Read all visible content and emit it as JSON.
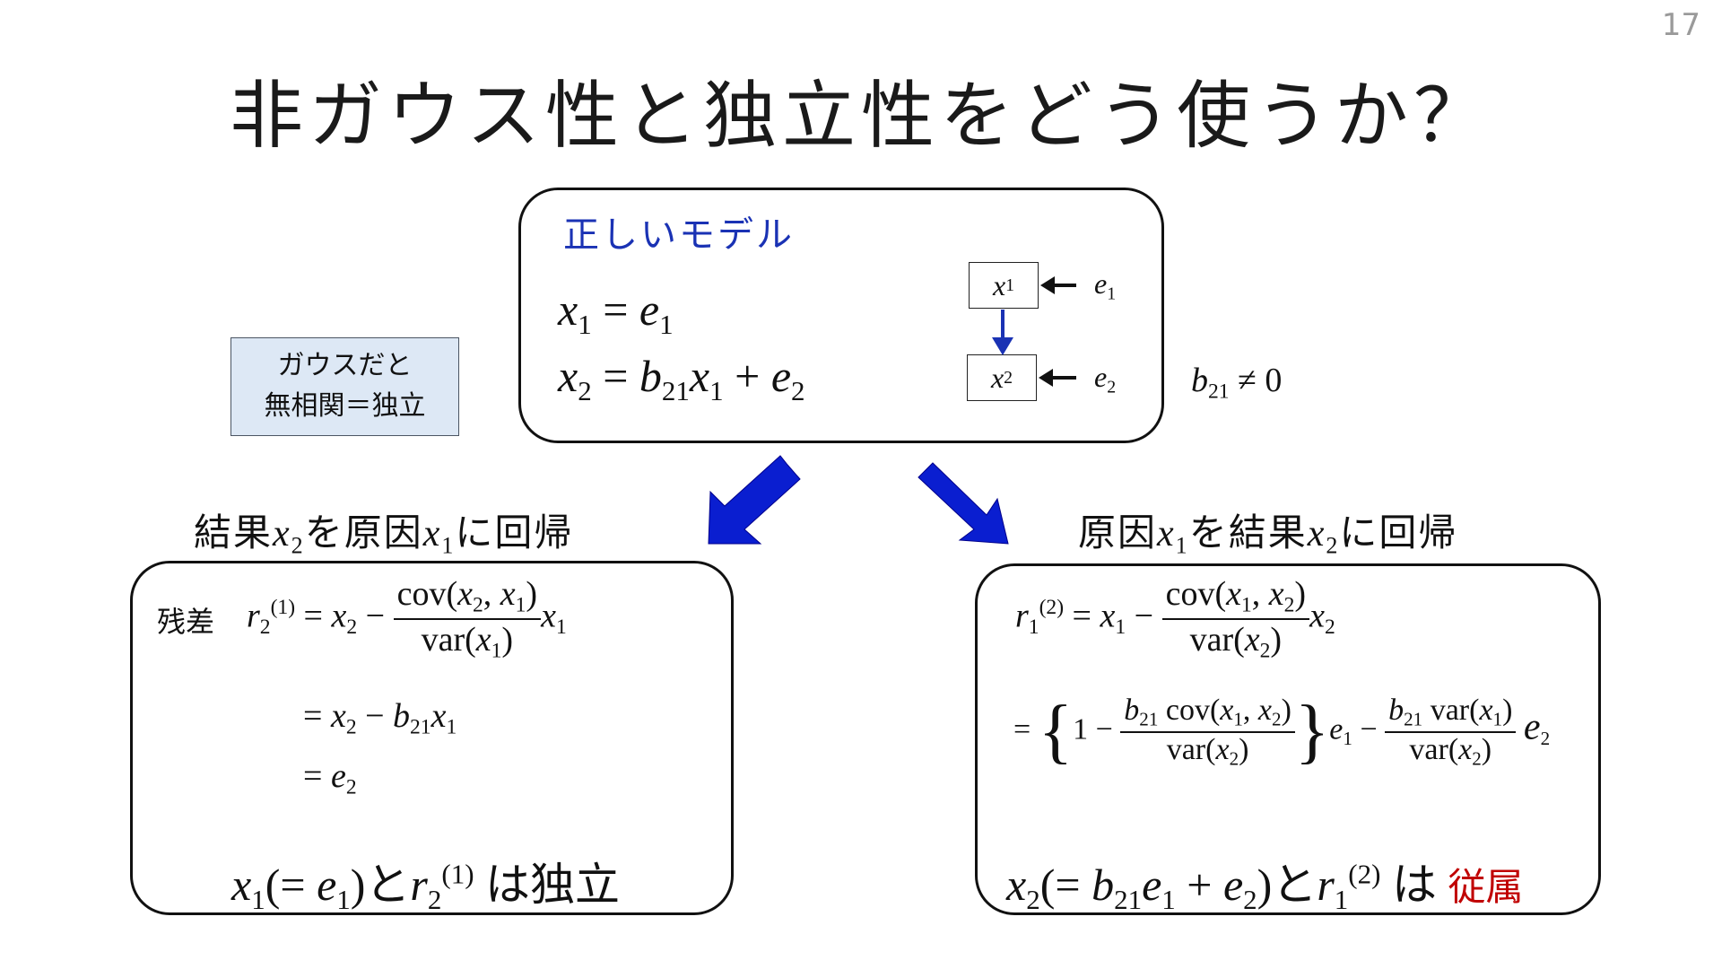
{
  "slide_number": "17",
  "title": "非ガウス性と独立性をどう使うか？",
  "model": {
    "heading": "正しいモデル",
    "coef_condition": "≠ 0"
  },
  "note": {
    "line1": "ガウスだと",
    "line2": "無相関＝独立"
  },
  "left": {
    "heading_a": "結果",
    "heading_b": "を原因",
    "heading_c": "に回帰",
    "residual_label": "残差",
    "result_particle": "と",
    "result_tail": "は独立"
  },
  "right": {
    "heading_a": "原因",
    "heading_b": "を結果",
    "heading_c": "に回帰",
    "result_particle": "と",
    "result_tail": "は",
    "result_emph": "従属"
  },
  "colors": {
    "accent_blue": "#1a32b4",
    "arrow_blue": "#0a1ed0",
    "emphasis_red": "#c00000",
    "note_bg": "#dde8f5"
  }
}
